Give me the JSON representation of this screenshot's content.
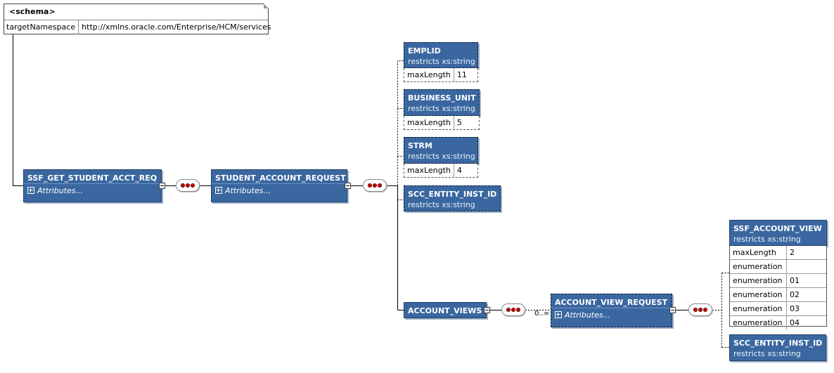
{
  "schema": {
    "title": "<schema>",
    "attr_name": "targetNamespace",
    "attr_value": "http://xmlns.oracle.com/Enterprise/HCM/services"
  },
  "root": {
    "name": "SSF_GET_STUDENT_ACCT_REQ",
    "attributes": "Attributes..."
  },
  "request": {
    "name": "STUDENT_ACCOUNT_REQUEST",
    "attributes": "Attributes..."
  },
  "emplid": {
    "name": "EMPLID",
    "restricts": "restricts xs:string",
    "facet_key": "maxLength",
    "facet_val": "11"
  },
  "business_unit": {
    "name": "BUSINESS_UNIT",
    "restricts": "restricts xs:string",
    "facet_key": "maxLength",
    "facet_val": "5"
  },
  "strm": {
    "name": "STRM",
    "restricts": "restricts xs:string",
    "facet_key": "maxLength",
    "facet_val": "4"
  },
  "scc_entity": {
    "name": "SCC_ENTITY_INST_ID",
    "restricts": "restricts xs:string"
  },
  "account_views": {
    "name": "ACCOUNT_VIEWS"
  },
  "cardinality": "0..∞",
  "view_request": {
    "name": "ACCOUNT_VIEW_REQUEST",
    "attributes": "Attributes..."
  },
  "ssf_account_view": {
    "name": "SSF_ACCOUNT_VIEW",
    "restricts": "restricts xs:string",
    "facets": [
      {
        "k": "maxLength",
        "v": "2"
      },
      {
        "k": "enumeration",
        "v": ""
      },
      {
        "k": "enumeration",
        "v": "01"
      },
      {
        "k": "enumeration",
        "v": "02"
      },
      {
        "k": "enumeration",
        "v": "03"
      },
      {
        "k": "enumeration",
        "v": "04"
      }
    ]
  },
  "scc_entity_2": {
    "name": "SCC_ENTITY_INST_ID",
    "restricts": "restricts xs:string"
  }
}
